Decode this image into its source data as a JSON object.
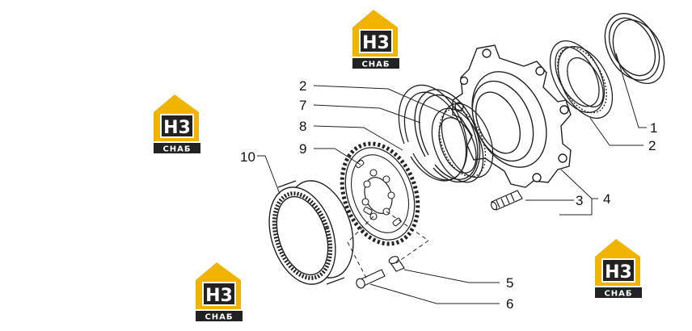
{
  "labels": {
    "l1": "1",
    "l2a": "2",
    "l2b": "2",
    "l3": "3",
    "l4": "4",
    "l5": "5",
    "l6": "6",
    "l7": "7",
    "l8": "8",
    "l9": "9",
    "l10": "10"
  },
  "watermark": {
    "letters": "H3",
    "caption": "СНАБ",
    "accent": "#f0b400"
  }
}
